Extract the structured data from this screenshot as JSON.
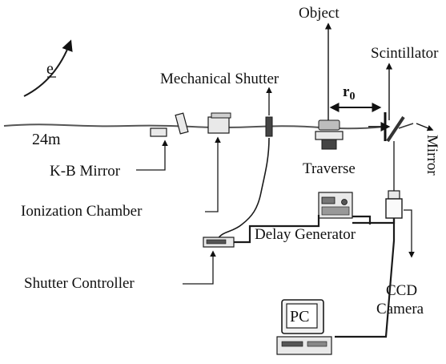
{
  "labels": {
    "beam_energy_symbol": "e",
    "distance": "24m",
    "object": "Object",
    "scintillator": "Scintillator",
    "mechanical_shutter": "Mechanical Shutter",
    "r0_main": "r",
    "r0_sub": "0",
    "kb_mirror": "K-B Mirror",
    "traverse": "Traverse",
    "mirror": "Mirror",
    "ionization_chamber": "Ionization Chamber",
    "delay_generator": "Delay Generator",
    "shutter_controller": "Shutter Controller",
    "ccd_line1": "CCD",
    "ccd_line2": "Camera",
    "pc": "PC"
  }
}
